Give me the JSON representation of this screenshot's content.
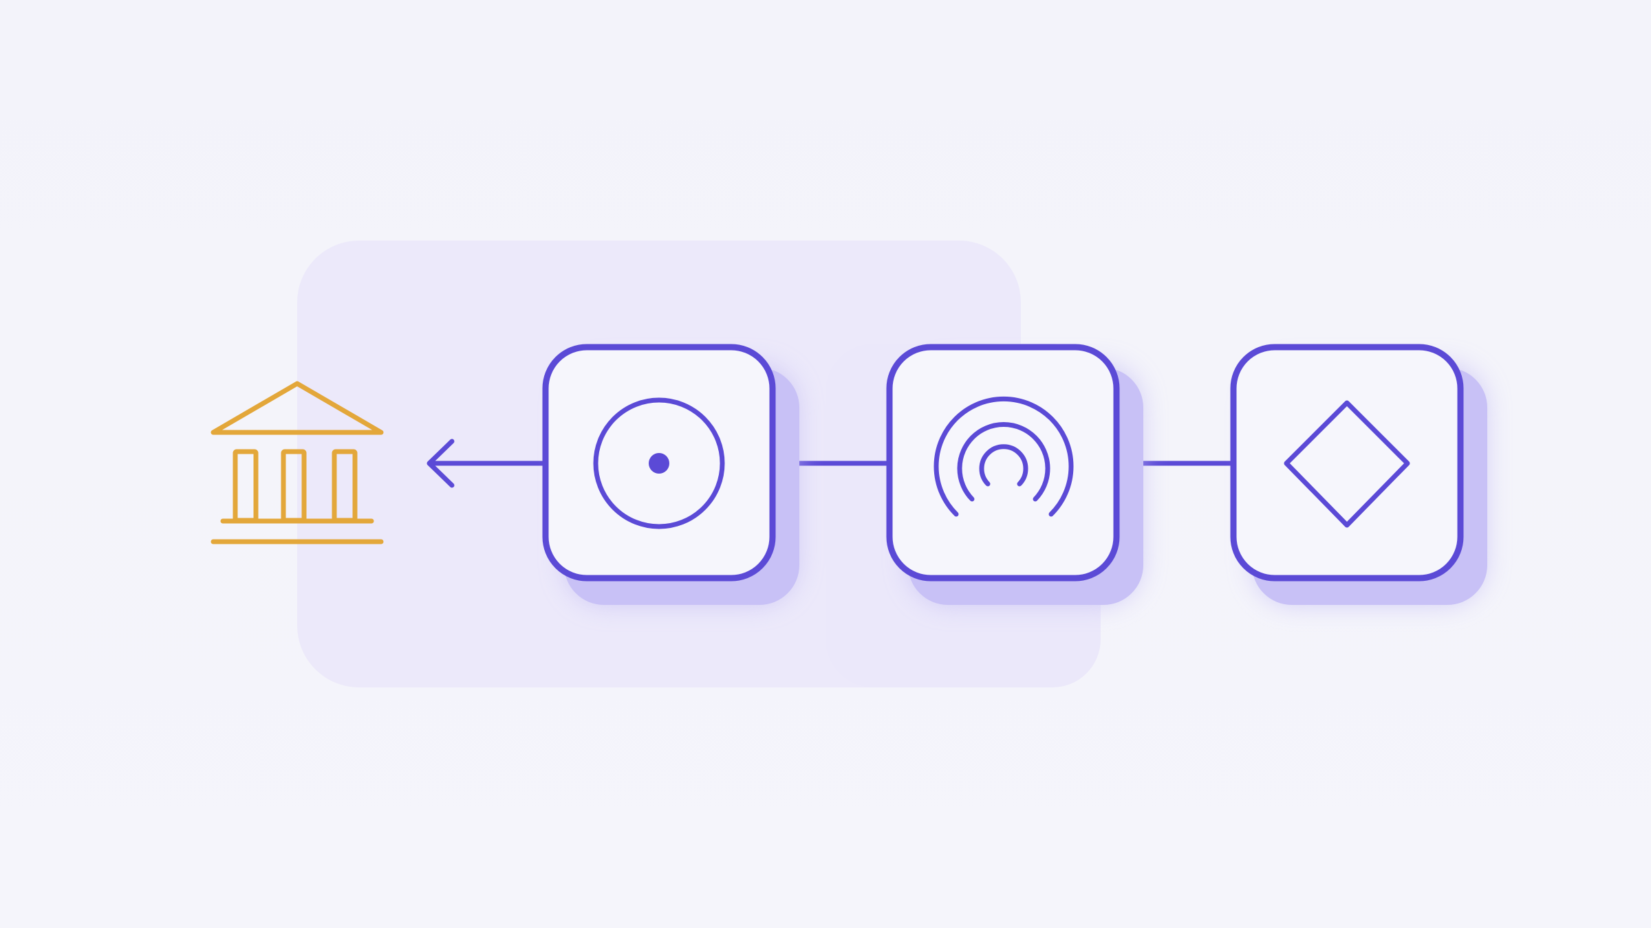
{
  "diagram": {
    "colors": {
      "background": "#f4f4fb",
      "panel": "#ebe8fa",
      "stroke": "#5b4ad6",
      "shadow": "#c4bdf5",
      "card_fill": "#f6f6fc",
      "bank": "#e3a73a"
    },
    "nodes": [
      {
        "id": "bank",
        "icon": "bank-icon"
      },
      {
        "id": "node-1",
        "icon": "target-dot-icon"
      },
      {
        "id": "node-2",
        "icon": "signal-waves-icon"
      },
      {
        "id": "node-3",
        "icon": "diamond-icon"
      }
    ],
    "edges": [
      {
        "from": "node-1",
        "to": "bank",
        "arrow": "to"
      },
      {
        "from": "node-1",
        "to": "node-2",
        "arrow": "none"
      },
      {
        "from": "node-2",
        "to": "node-3",
        "arrow": "none"
      }
    ]
  }
}
